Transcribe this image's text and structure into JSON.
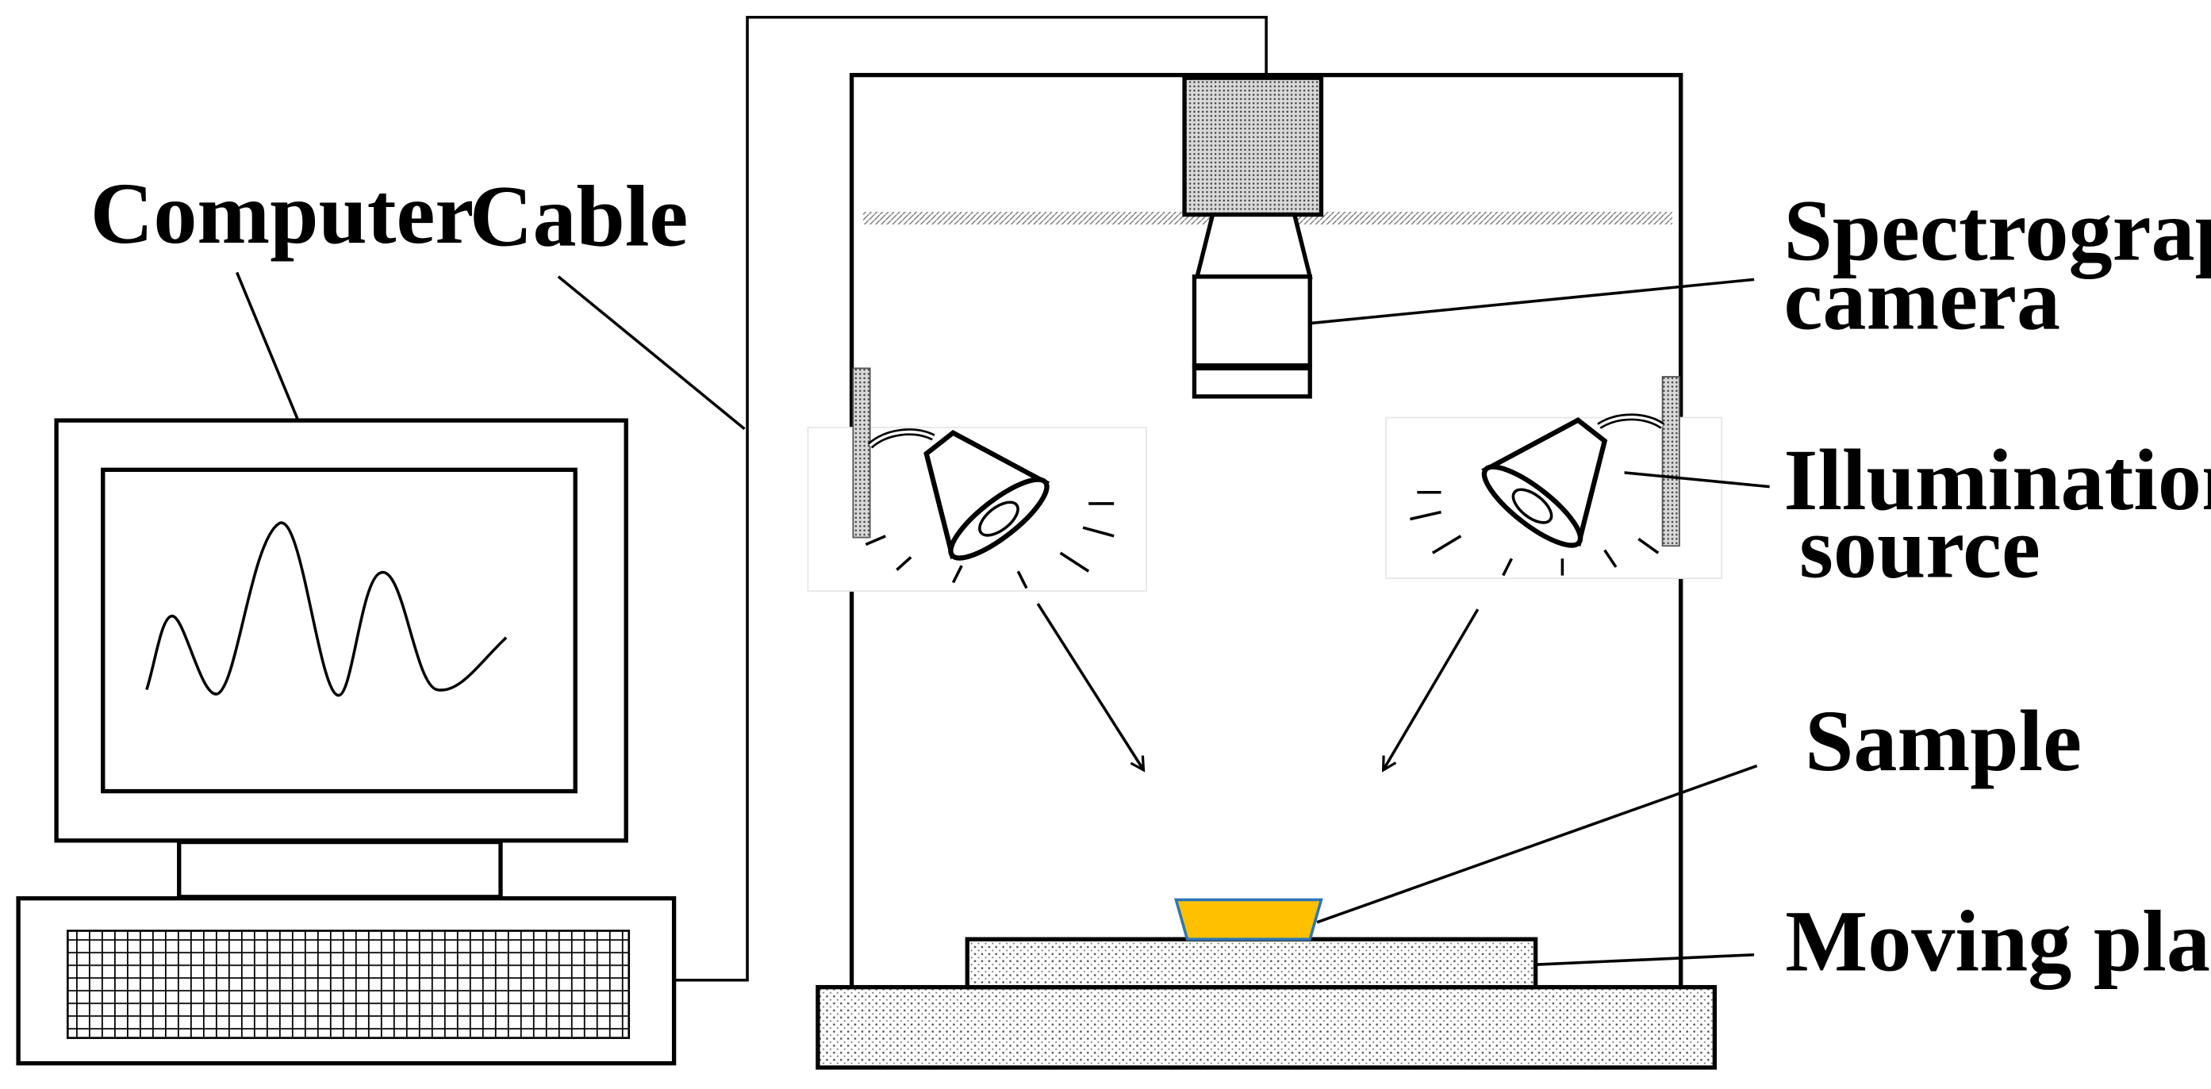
{
  "labels": {
    "computer": "Computer",
    "cable": "Cable",
    "camera_line1": "Spectrograph",
    "camera_line2": "camera",
    "illum_line1": "Illumination",
    "illum_line2": "source",
    "sample": "Sample",
    "platform": "Moving platform"
  },
  "colors": {
    "sample": "#ffc000",
    "sample_edge": "#2e75b6",
    "stroke": "#000000",
    "background": "#ffffff"
  }
}
